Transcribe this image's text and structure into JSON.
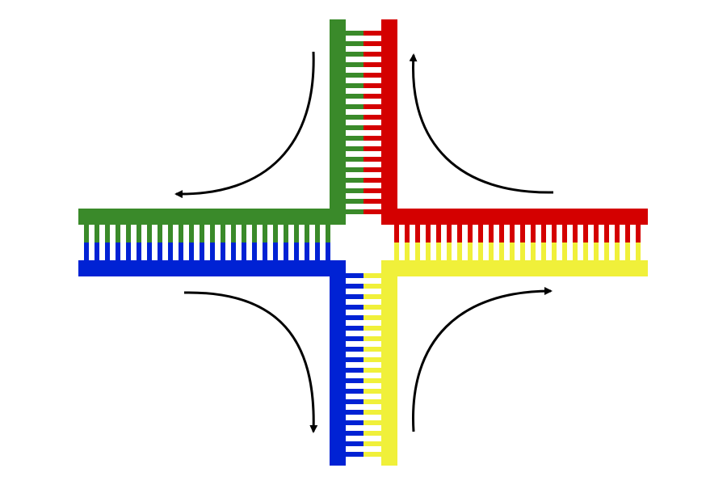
{
  "diagram": {
    "type": "four-way junction",
    "strands": [
      {
        "name": "green",
        "color": "#3a8a2a"
      },
      {
        "name": "red",
        "color": "#d40000"
      },
      {
        "name": "yellow",
        "color": "#f0f03a"
      },
      {
        "name": "blue",
        "color": "#0022d4"
      }
    ],
    "arrow_color": "#000000",
    "arrows": [
      {
        "name": "top-left",
        "direction": "counter-clockwise"
      },
      {
        "name": "top-right",
        "direction": "counter-clockwise"
      },
      {
        "name": "bottom-left",
        "direction": "counter-clockwise"
      },
      {
        "name": "bottom-right",
        "direction": "counter-clockwise"
      }
    ]
  }
}
